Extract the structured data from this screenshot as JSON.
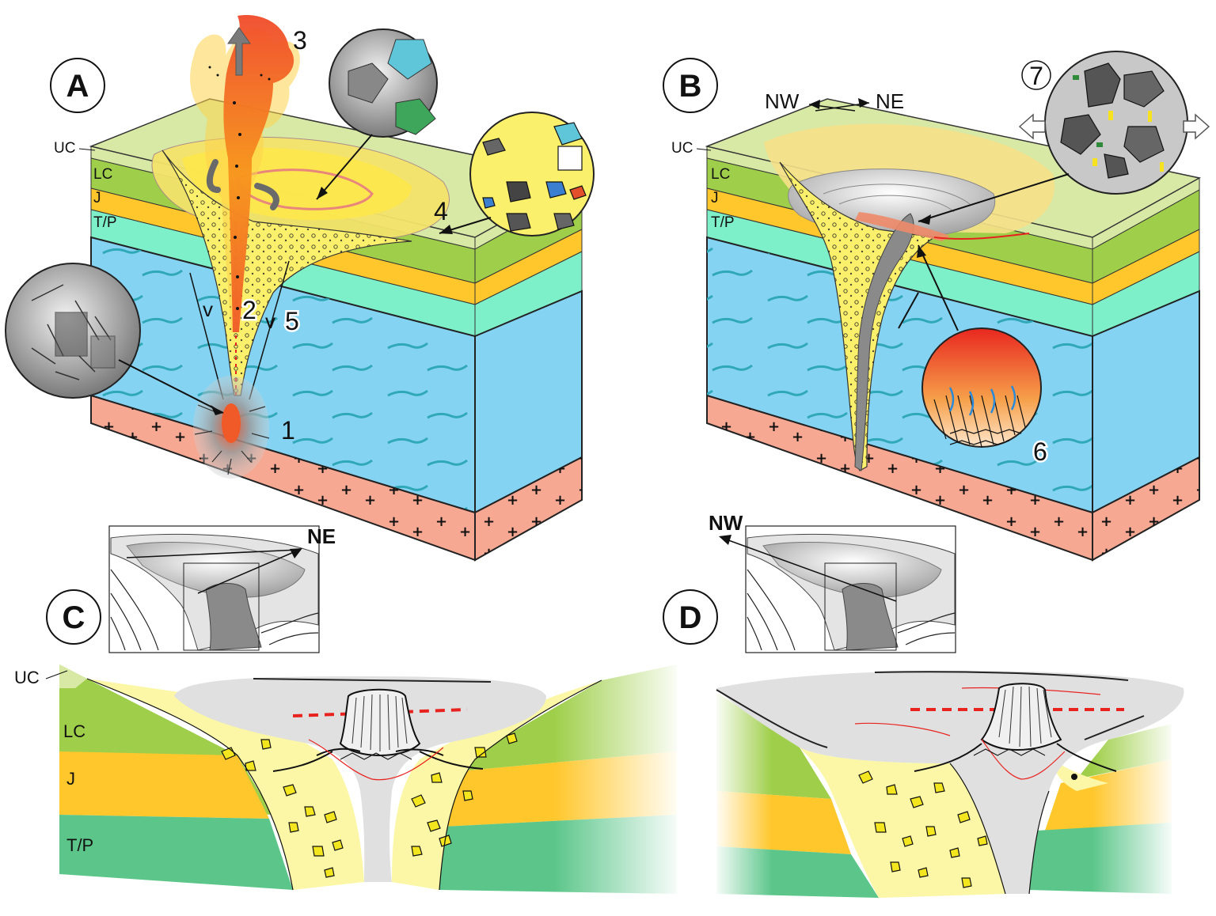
{
  "panels": {
    "a": {
      "letter": "A"
    },
    "b": {
      "letter": "B"
    },
    "c": {
      "letter": "C"
    },
    "d": {
      "letter": "D"
    }
  },
  "block_a": {
    "layers": {
      "uc": "UC",
      "lc": "LC",
      "j": "J",
      "tp": "T/P"
    },
    "callouts": {
      "n1": "1",
      "n2": "2",
      "n3": "3",
      "n4": "4",
      "n5": "5"
    },
    "fault_marks": {
      "v1": "v",
      "v2": "v"
    }
  },
  "block_b": {
    "layers": {
      "uc": "UC",
      "lc": "LC",
      "j": "J",
      "tp": "T/P"
    },
    "callouts": {
      "n6": "6",
      "n7": "7"
    },
    "directions": {
      "nw": "NW",
      "ne": "NE"
    }
  },
  "section_c": {
    "layers": {
      "uc": "UC",
      "lc": "LC",
      "j": "J",
      "tp": "T/P"
    },
    "inset_direction": "NE"
  },
  "section_d": {
    "inset_direction": "NW"
  },
  "colors": {
    "uc": "#d8e9a6",
    "lc": "#9fcf4a",
    "j": "#ffc72c",
    "tp": "#7ef0c9",
    "limestone": "#85d3f2",
    "basement": "#f7a893",
    "breccia": "#fbf06b",
    "melt": "#8a8a8a",
    "fire": "#f05a28"
  }
}
